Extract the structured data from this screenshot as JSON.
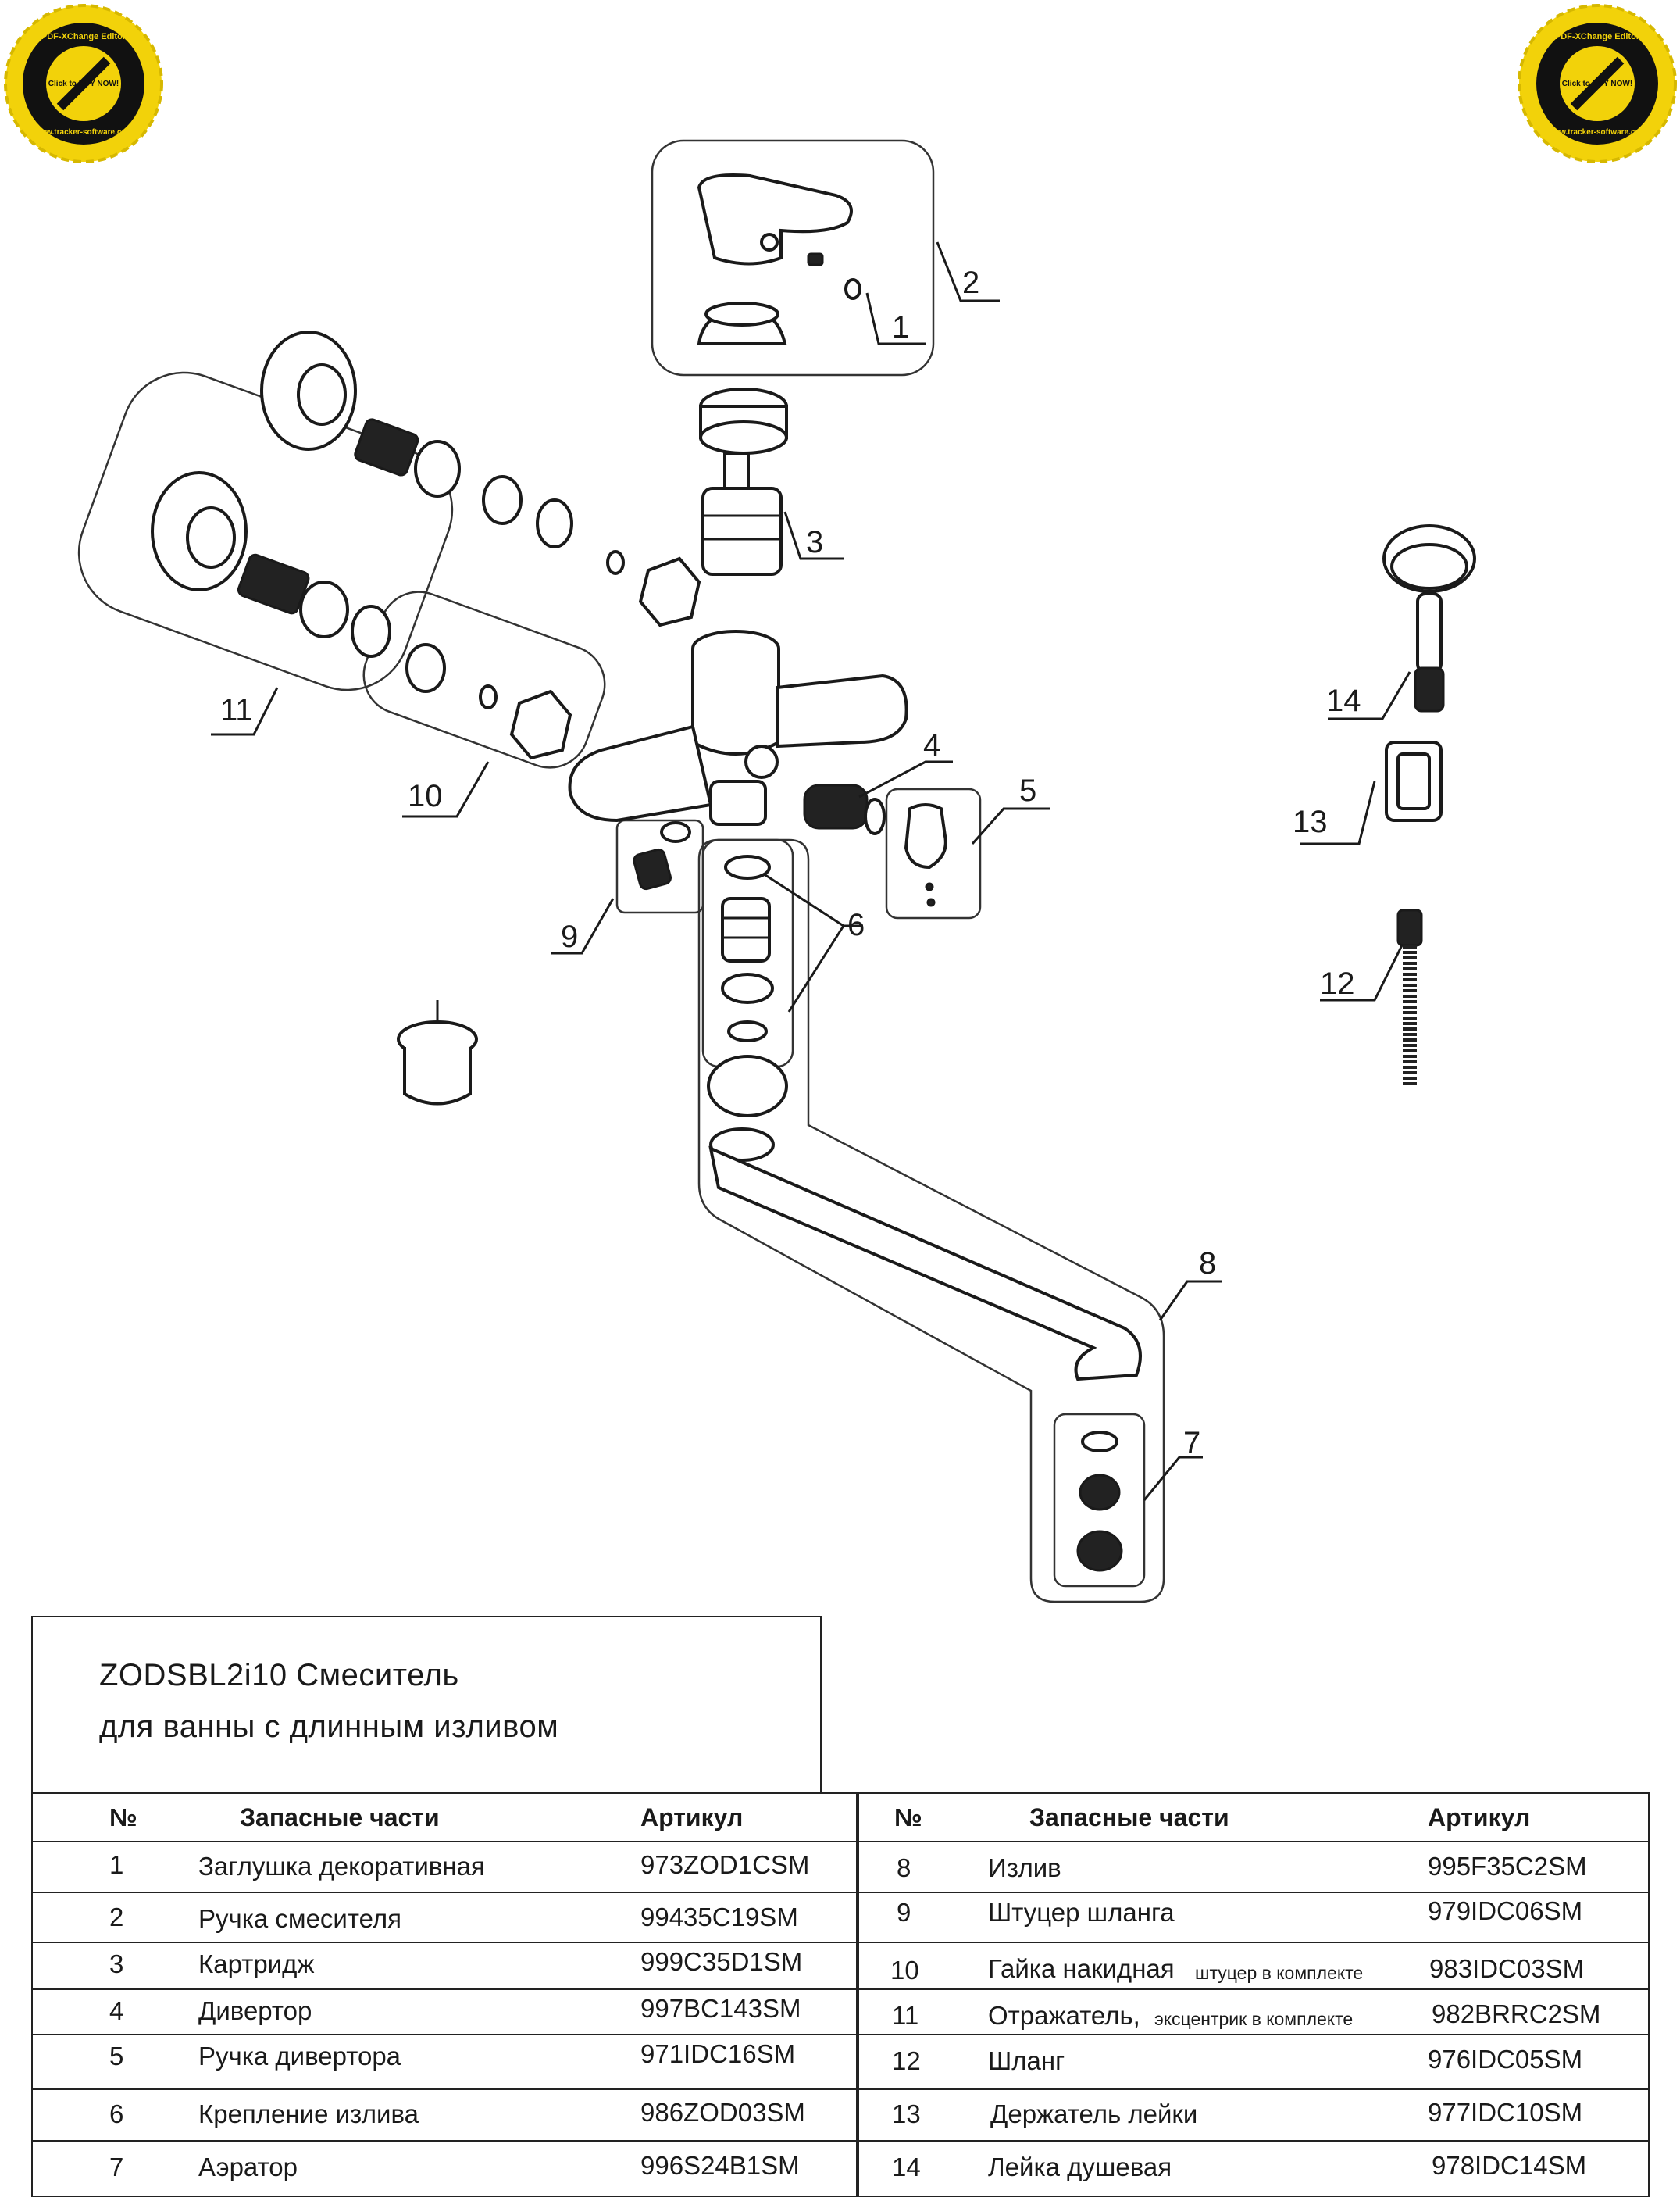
{
  "watermark": {
    "line1": "PDF-XChange Editor",
    "line2": "Click to BUY NOW!",
    "line3": "www.tracker-software.com",
    "color": "#f2d20a"
  },
  "callouts": [
    "1",
    "2",
    "3",
    "4",
    "5",
    "6",
    "7",
    "8",
    "9",
    "10",
    "11",
    "12",
    "13",
    "14"
  ],
  "title": {
    "line1": "ZODSBL2i10 Смеситель",
    "line2": "для ванны с длинным изливом"
  },
  "table_headers": {
    "num": "№",
    "part": "Запасные части",
    "sku": "Артикул"
  },
  "parts_left": [
    {
      "num": "1",
      "name": "Заглушка декоративная",
      "note": "",
      "sku": "973ZOD1CSM"
    },
    {
      "num": "2",
      "name": "Ручка смесителя",
      "note": "",
      "sku": "99435C19SM"
    },
    {
      "num": "3",
      "name": "Картридж",
      "note": "",
      "sku": "999C35D1SM"
    },
    {
      "num": "4",
      "name": "Дивертор",
      "note": "",
      "sku": "997BC143SM"
    },
    {
      "num": "5",
      "name": "Ручка дивертора",
      "note": "",
      "sku": "971IDC16SM"
    },
    {
      "num": "6",
      "name": "Крепление излива",
      "note": "",
      "sku": "986ZOD03SM"
    },
    {
      "num": "7",
      "name": "Аэратор",
      "note": "",
      "sku": "996S24B1SM"
    }
  ],
  "parts_right": [
    {
      "num": "8",
      "name": "Излив",
      "note": "",
      "sku": "995F35C2SM"
    },
    {
      "num": "9",
      "name": "Штуцер шланга",
      "note": "",
      "sku": "979IDC06SM"
    },
    {
      "num": "10",
      "name": "Гайка накидная",
      "note": "штуцер в комплекте",
      "sku": "983IDC03SM"
    },
    {
      "num": "11",
      "name": "Отражатель,",
      "note": "эксцентрик в комплекте",
      "sku": "982BRRC2SM"
    },
    {
      "num": "12",
      "name": "Шланг",
      "note": "",
      "sku": "976IDC05SM"
    },
    {
      "num": "13",
      "name": "Держатель лейки",
      "note": "",
      "sku": "977IDC10SM"
    },
    {
      "num": "14",
      "name": "Лейка душевая",
      "note": "",
      "sku": "978IDC14SM"
    }
  ]
}
